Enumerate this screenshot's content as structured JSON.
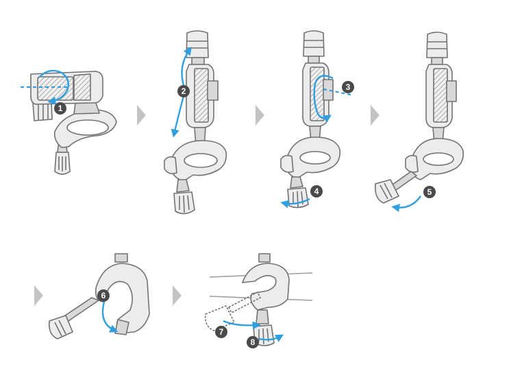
{
  "colors": {
    "accent": "#2f9fe0",
    "outline": "#6f7275",
    "fill_light": "#ececec",
    "fill_mid": "#d9d9d9",
    "badge": "#4a4a4a",
    "arrow_gray": "#c4c4c4"
  },
  "steps": [
    {
      "number": "1"
    },
    {
      "number": "2"
    },
    {
      "number": "3"
    },
    {
      "number": "4"
    },
    {
      "number": "5"
    },
    {
      "number": "6"
    },
    {
      "number": "7"
    },
    {
      "number": "8"
    }
  ],
  "icons": [
    "next-step-arrow-icon",
    "rotate-arrow-icon",
    "screw-knob-icon",
    "clamp-icon"
  ]
}
